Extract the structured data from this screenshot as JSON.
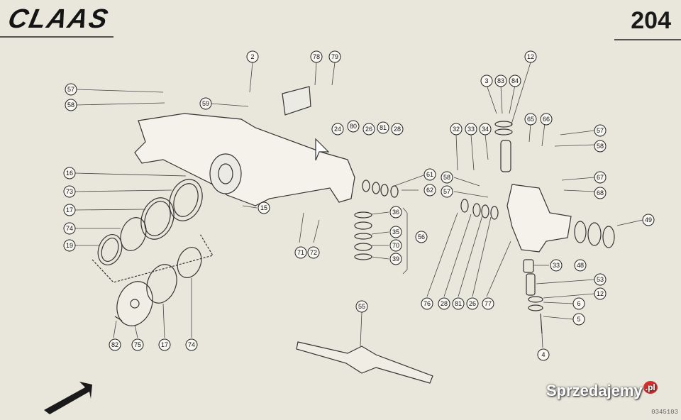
{
  "header": {
    "brand": "CLAAS",
    "page_number": "204"
  },
  "watermark": {
    "site": "Sprzedajemy",
    "suffix": ".pl"
  },
  "drawing_code": "0345103",
  "callouts": [
    "2",
    "78",
    "79",
    "57",
    "58",
    "59",
    "16",
    "73",
    "17",
    "74",
    "19",
    "15",
    "24",
    "80",
    "26",
    "81",
    "28",
    "36",
    "35",
    "70",
    "39",
    "56",
    "71",
    "72",
    "61",
    "62",
    "58",
    "57",
    "76",
    "28",
    "81",
    "26",
    "77",
    "3",
    "83",
    "84",
    "12",
    "65",
    "66",
    "57",
    "58",
    "32",
    "33",
    "34",
    "67",
    "68",
    "49",
    "48",
    "33",
    "53",
    "12",
    "6",
    "5",
    "4",
    "55",
    "82",
    "75",
    "17",
    "74"
  ]
}
